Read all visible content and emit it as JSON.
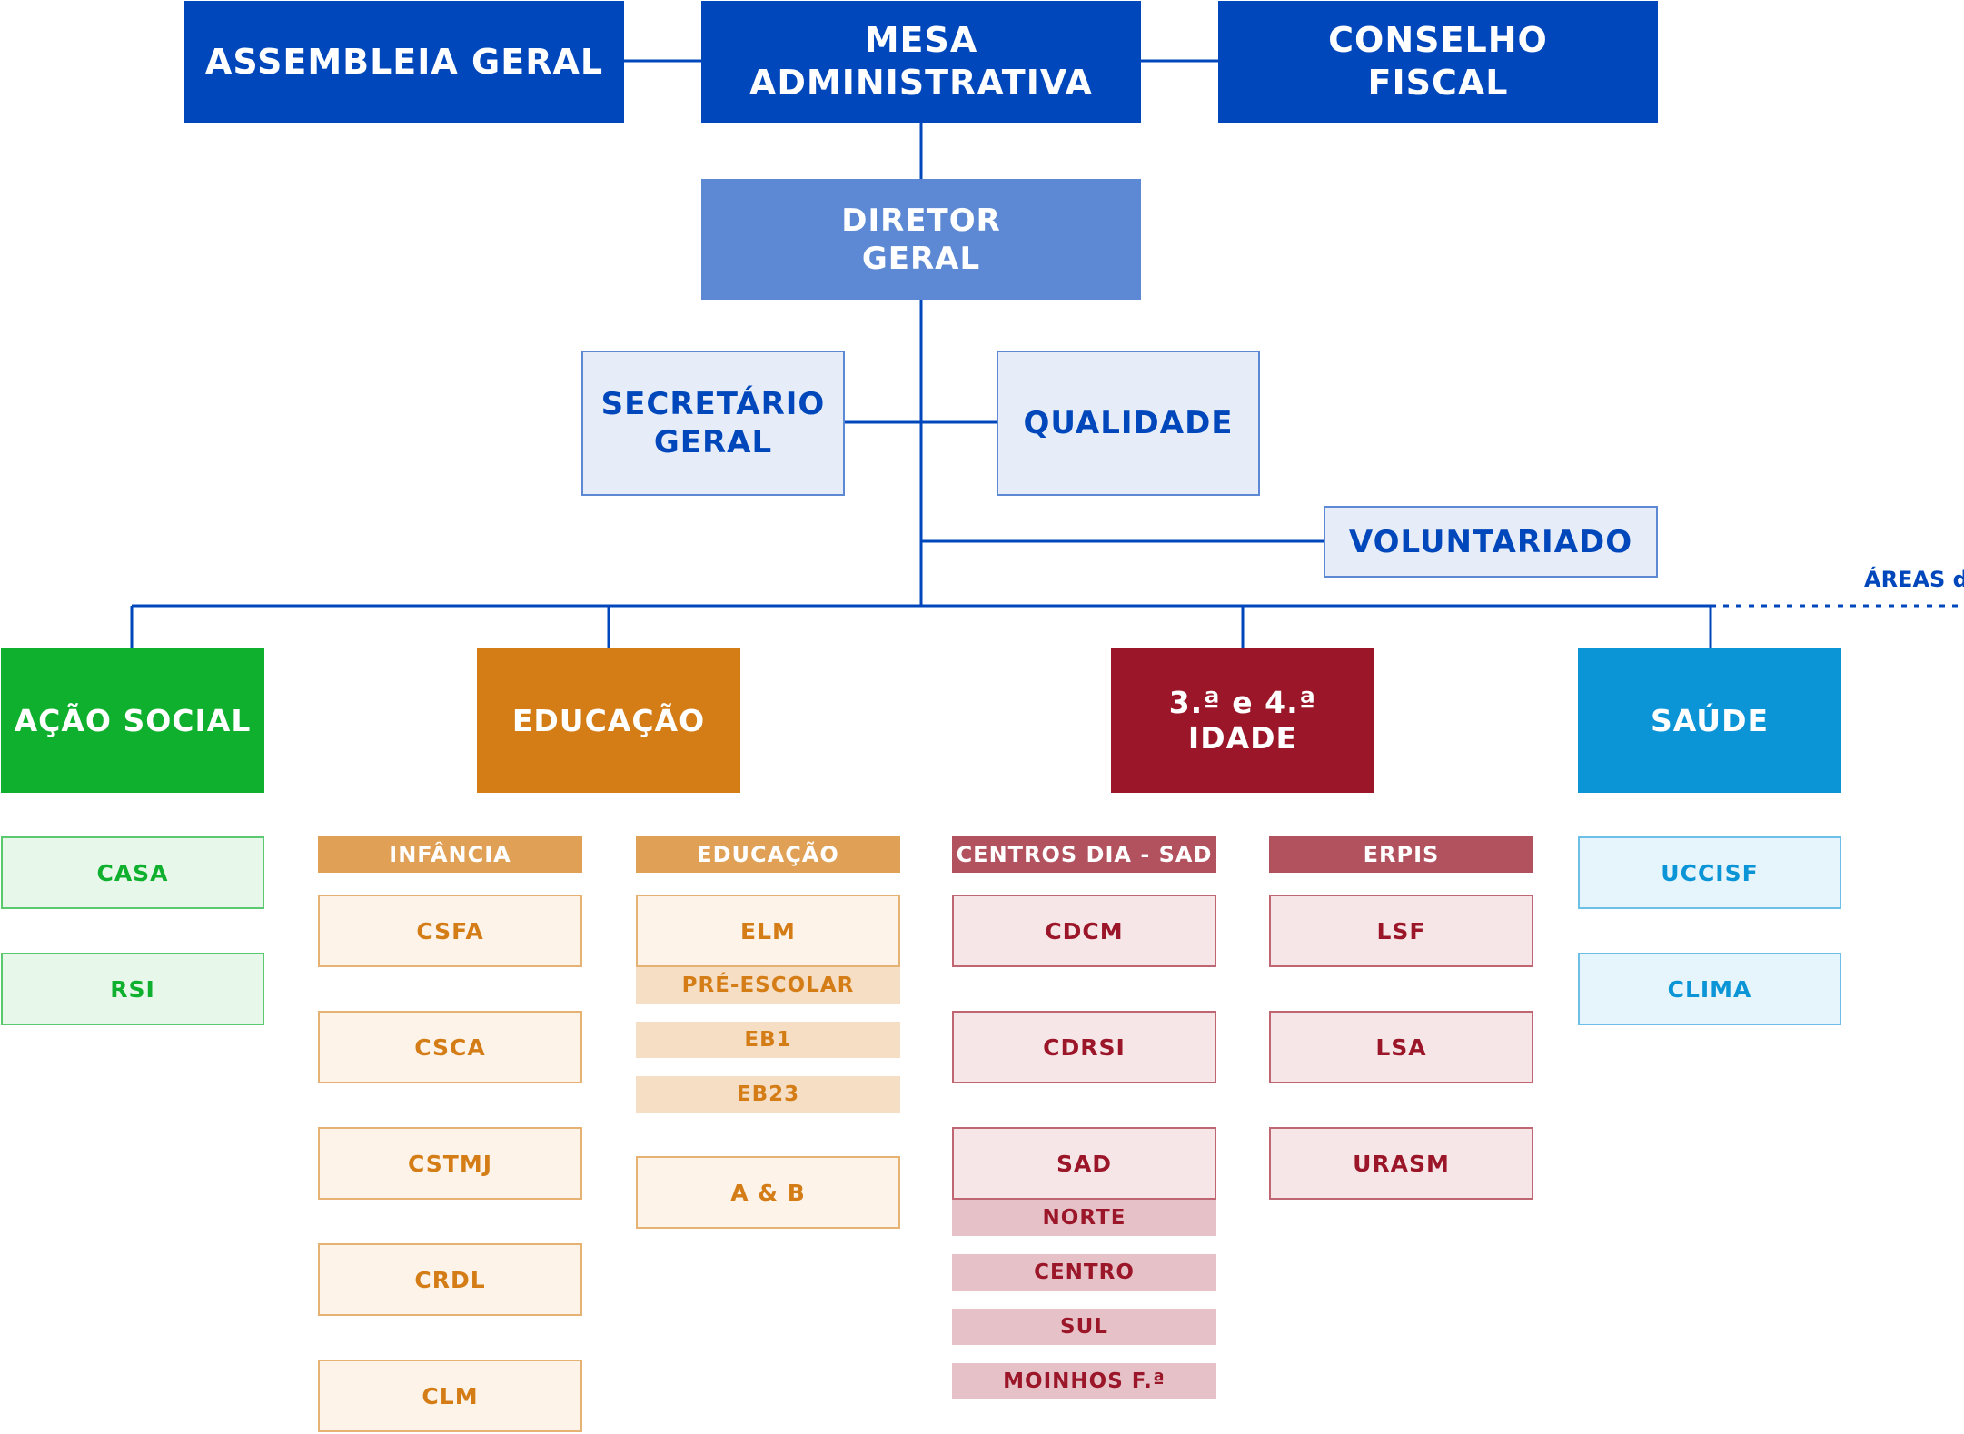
{
  "top": {
    "assembleia": "ASSEMBLEIA GERAL",
    "mesa": "MESA\nADMINISTRATIVA",
    "conselho": "CONSELHO\nFISCAL"
  },
  "diretor": "DIRETOR\nGERAL",
  "secretario": "SECRETÁRIO\nGERAL",
  "qualidade": "QUALIDADE",
  "voluntariado": "VOLUNTARIADO",
  "areas_label": "ÁREAS d",
  "colors": {
    "primary": "#0047BB",
    "director": "#5C88D4",
    "acao_social": "#0EB02D",
    "educacao": "#D47D17",
    "idade": "#9A1628",
    "saude": "#0B95D7"
  },
  "areas": {
    "acao_social": {
      "title": "AÇÃO SOCIAL",
      "items": [
        "CASA",
        "RSI"
      ]
    },
    "educacao": {
      "title": "EDUCAÇÃO",
      "infancia": {
        "header": "INFÂNCIA",
        "items": [
          "CSFA",
          "CSCA",
          "CSTMJ",
          "CRDL",
          "CLM"
        ]
      },
      "educacao_sub": {
        "header": "EDUCAÇÃO",
        "elm": "ELM",
        "levels": [
          "PRÉ-ESCOLAR",
          "EB1",
          "EB23"
        ],
        "ab": "A & B"
      }
    },
    "idade": {
      "title": "3.ª e 4.ª IDADE",
      "centros": {
        "header": "CENTROS DIA - SAD",
        "items": [
          "CDCM",
          "CDRSI",
          "SAD"
        ],
        "sad_zones": [
          "NORTE",
          "CENTRO",
          "SUL",
          "MOINHOS F.ª"
        ]
      },
      "erpis": {
        "header": "ERPIS",
        "items": [
          "LSF",
          "LSA",
          "URASM"
        ]
      }
    },
    "saude": {
      "title": "SAÚDE",
      "items": [
        "UCCISF",
        "CLIMA"
      ]
    }
  }
}
